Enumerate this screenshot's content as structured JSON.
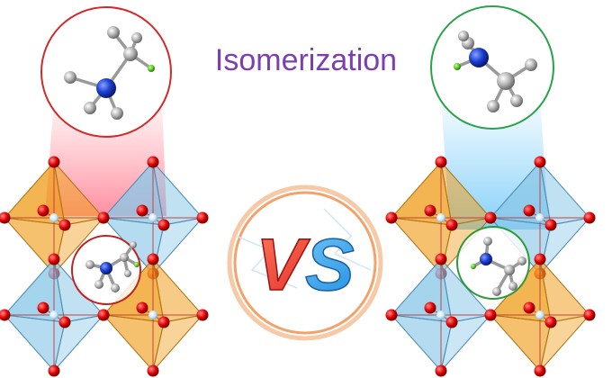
{
  "title": "Isomerization",
  "vs_text": "VS",
  "colors": {
    "title": "#7b3fb0",
    "octa_orange": "#f0a020",
    "octa_blue": "#8cc8e8",
    "oxygen": "#e00000",
    "nitrogen": "#1a3fd0",
    "carbon": "#999999",
    "fluorine": "#55cc22",
    "left_circle": "#d22a2a",
    "right_circle": "#2aa24a",
    "vs_v": "#e8262a",
    "vs_s": "#3aa7ea",
    "vs_ring": "#f3a26a"
  },
  "panels": [
    {
      "name": "left-isomer",
      "zoom_circle": "red",
      "beam": "red"
    },
    {
      "name": "right-isomer",
      "zoom_circle": "green",
      "beam": "blue"
    }
  ]
}
